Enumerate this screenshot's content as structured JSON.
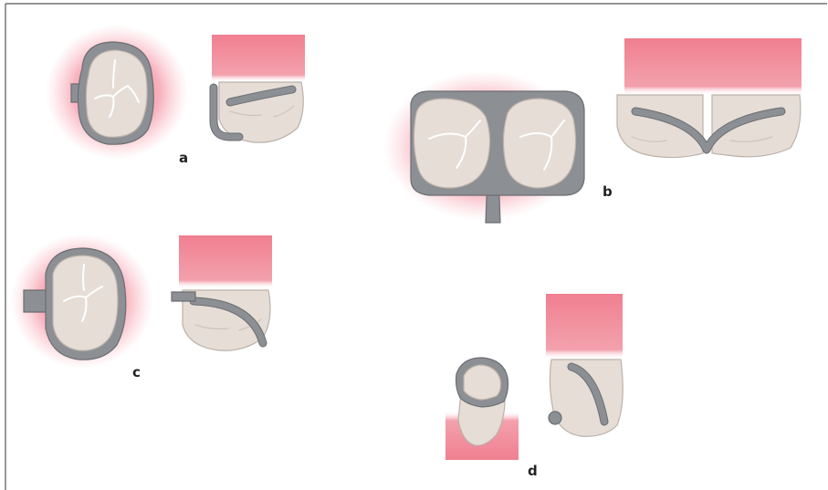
{
  "labels": {
    "a": "a",
    "b": "b",
    "c": "c",
    "d": "d"
  },
  "colors": {
    "gum_pink": "#f08a9a",
    "metal_gray": "#8c8f93",
    "tooth_beige": "#e5ddd6",
    "frame": "#555555"
  }
}
